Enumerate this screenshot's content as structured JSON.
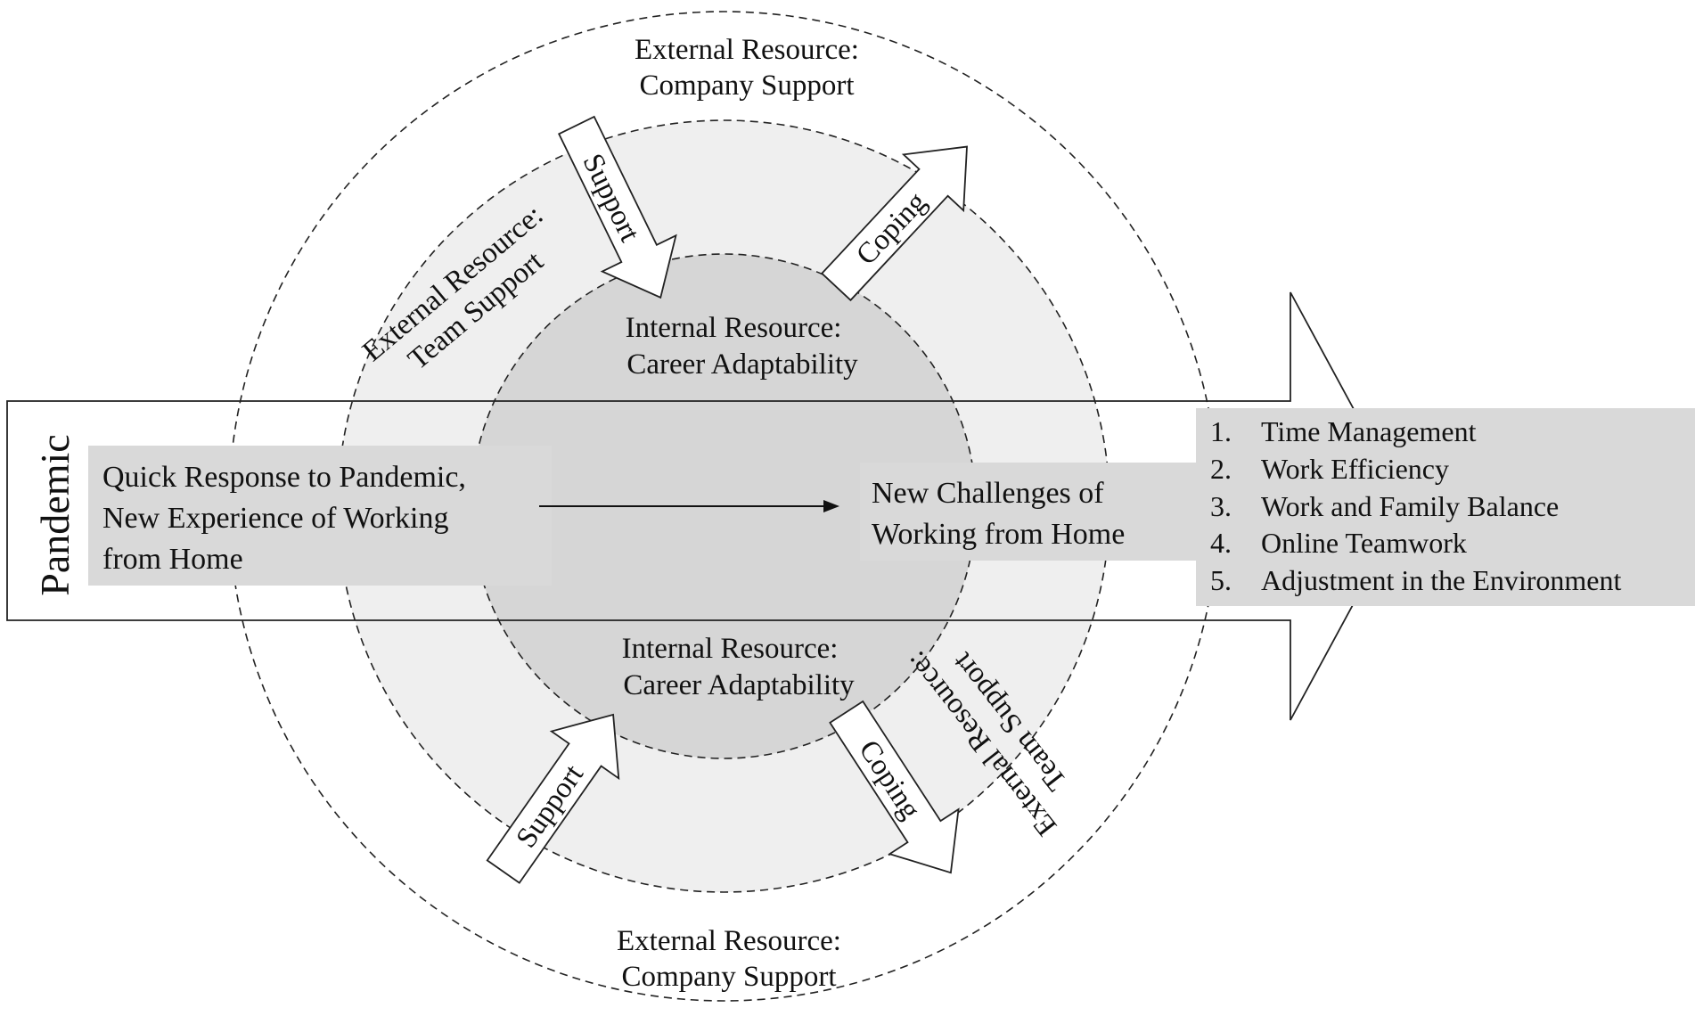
{
  "pandemic_label": "Pandemic",
  "start_box": {
    "line1": "Quick Response to Pandemic,",
    "line2": "New Experience of Working",
    "line3": "from Home"
  },
  "end_box": {
    "line1": "New Challenges of",
    "line2": "Working from Home"
  },
  "challenges": [
    {
      "num": "1.",
      "text": "Time Management"
    },
    {
      "num": "2.",
      "text": "Work Efficiency"
    },
    {
      "num": "3.",
      "text": "Work and Family Balance"
    },
    {
      "num": "4.",
      "text": "Online Teamwork"
    },
    {
      "num": "5.",
      "text": "Adjustment in the Environment"
    }
  ],
  "company_top": {
    "line1": "External Resource:",
    "line2": "Company Support"
  },
  "company_bottom": {
    "line1": "External Resource:",
    "line2": "Company Support"
  },
  "team_upper_left": {
    "line1": "External Resource:",
    "line2": "Team Support"
  },
  "team_lower_right": {
    "line1": "External Resource:",
    "line2": "Team Support"
  },
  "internal_top": {
    "line1": "Internal Resource:",
    "line2": "Career Adaptability"
  },
  "internal_bottom": {
    "line1": "Internal Resource:",
    "line2": "Career Adaptability"
  },
  "arrows": {
    "support_top": "Support",
    "coping_top": "Coping",
    "support_bottom": "Support",
    "coping_bottom": "Coping"
  },
  "colors": {
    "middle_ring": "#efefef",
    "inner_circle": "#d6d6d6",
    "text_box": "#d9d9d9",
    "stroke": "#222222"
  }
}
